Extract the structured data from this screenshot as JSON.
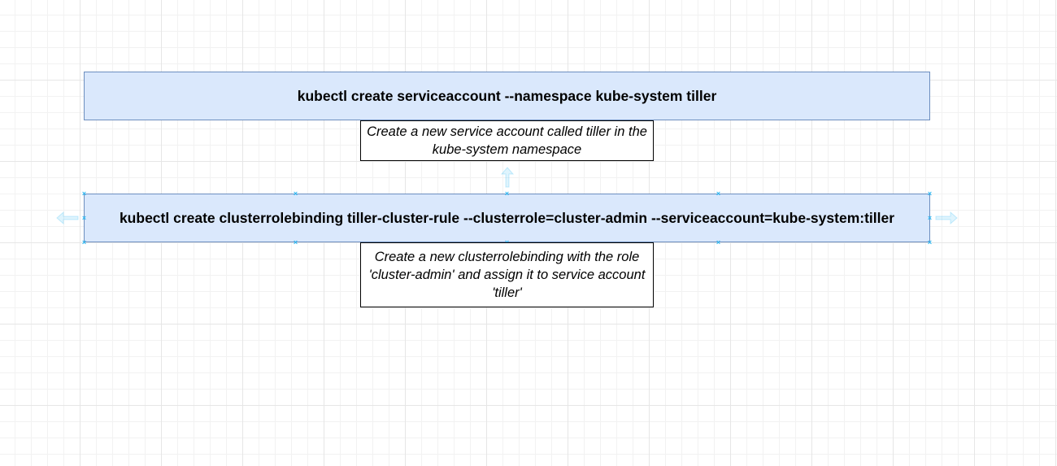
{
  "diagram": {
    "command_1": "kubectl create serviceaccount --namespace kube-system tiller",
    "note_1": "Create a new service account called tiller in the kube-system namespace",
    "command_2": "kubectl create clusterrolebinding tiller-cluster-rule --clusterrole=cluster-admin --serviceaccount=kube-system:tiller",
    "note_2": "Create a new clusterrolebinding with the role 'cluster-admin' and assign it to service account 'tiller'"
  },
  "colors": {
    "command_fill": "#dae8fc",
    "command_stroke": "#6c8ebf",
    "note_stroke": "#000000",
    "selection_handle": "#29b6f2"
  }
}
